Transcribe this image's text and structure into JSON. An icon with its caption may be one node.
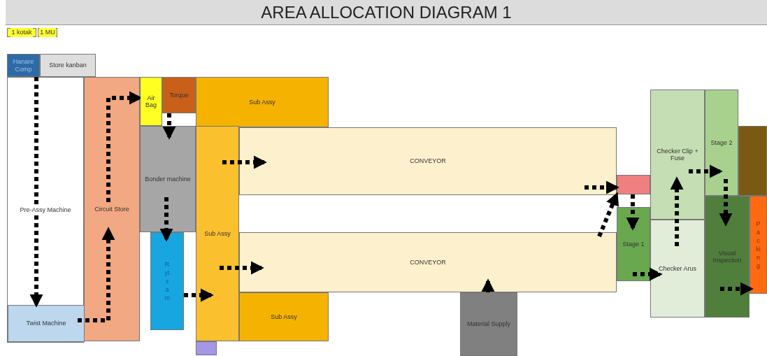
{
  "diagram": {
    "title": "AREA ALLOCATION DIAGRAM 1",
    "nodes": [
      {
        "text": [
          "1 kotak"
        ]
      },
      {
        "text": [
          "1 MU"
        ]
      },
      {
        "text": [
          "Hanare Comp"
        ]
      },
      {
        "text": [
          "Store kanban"
        ]
      },
      {
        "text": [
          "Pre-Assy Machine"
        ]
      },
      {
        "text": [
          "Twist Machine"
        ],
        "in": 4
      },
      {
        "text": [
          "Circuit Store"
        ]
      },
      {
        "text": [
          "Air Bag"
        ]
      },
      {
        "text": [
          "Torque"
        ]
      },
      {
        "text": [
          "Sub Assy"
        ]
      },
      {
        "text": [
          "Bonder machine"
        ]
      },
      {
        "text": [
          "Rytsam"
        ]
      },
      {
        "text": [
          "Sub Assy"
        ]
      },
      {
        "text": [
          "CONVEYOR"
        ]
      },
      {
        "text": [
          "CONVEYOR"
        ]
      },
      {
        "text": [
          "Sub Assy"
        ]
      },
      {
        "text": [],
        "shape": "box"
      },
      {
        "text": [
          "Material Supply"
        ]
      },
      {
        "text": [],
        "shape": "box"
      },
      {
        "text": [
          "Stage 1"
        ]
      },
      {
        "text": [
          "Checker Clip + Fuse"
        ]
      },
      {
        "text": [
          "Checker Arus"
        ]
      },
      {
        "text": [
          "Stage 2"
        ]
      },
      {
        "text": [],
        "shape": "box"
      },
      {
        "text": [
          "Visual Inspection"
        ]
      },
      {
        "text": [
          "Packing"
        ]
      }
    ],
    "edges": [
      {
        "from": 2,
        "to": 5,
        "arrow": "to"
      },
      {
        "from": 5,
        "to": 6,
        "arrow": "to"
      },
      {
        "from": 6,
        "to": 7,
        "arrow": "to"
      },
      {
        "from": 8,
        "to": 10,
        "arrow": "to"
      },
      {
        "from": 10,
        "to": 11,
        "arrow": "to"
      },
      {
        "from": 11,
        "to": 12,
        "arrow": "to"
      },
      {
        "from": 12,
        "to": 13,
        "arrow": "to"
      },
      {
        "from": 12,
        "to": 14,
        "arrow": "to"
      },
      {
        "from": 13,
        "to": 18,
        "arrow": "to"
      },
      {
        "from": 14,
        "to": 18,
        "arrow": "to"
      },
      {
        "from": 18,
        "to": 19,
        "arrow": "to"
      },
      {
        "from": 19,
        "to": 21,
        "arrow": "to"
      },
      {
        "from": 21,
        "to": 20,
        "arrow": "to"
      },
      {
        "from": 20,
        "to": 22,
        "arrow": "to"
      },
      {
        "from": 22,
        "to": 24,
        "arrow": "to"
      },
      {
        "from": 24,
        "to": 25,
        "arrow": "to"
      },
      {
        "from": 17,
        "to": 14,
        "arrow": "to"
      }
    ]
  }
}
